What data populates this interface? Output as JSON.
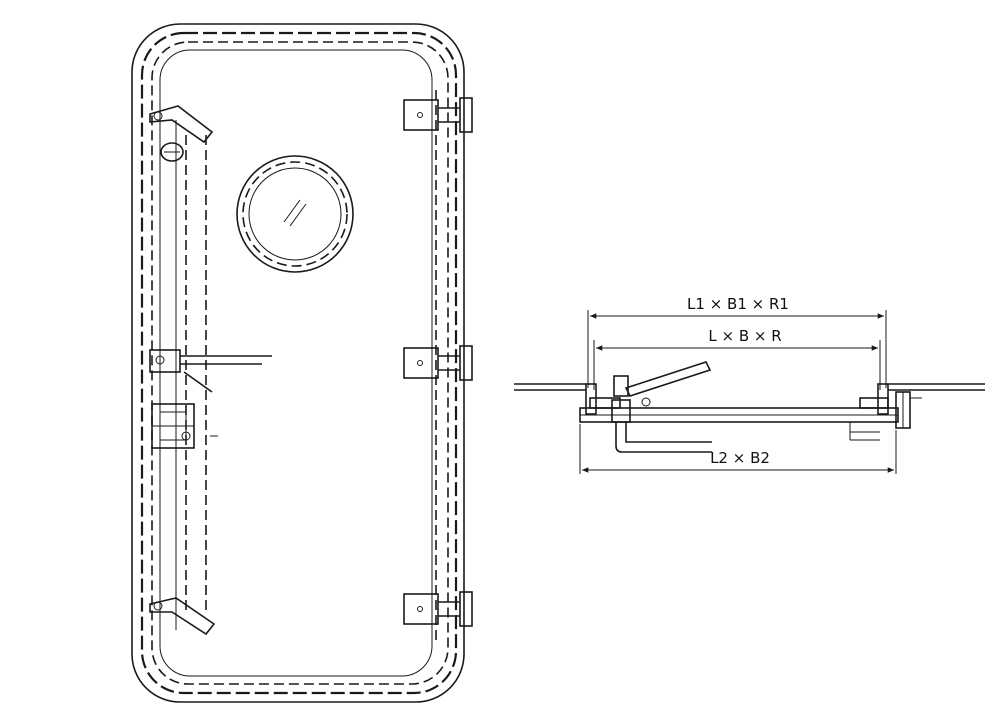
{
  "dimensions": {
    "overall": "L1 × B1 × R1",
    "clear": "L × B × R",
    "cutout": "L2 × B2"
  }
}
